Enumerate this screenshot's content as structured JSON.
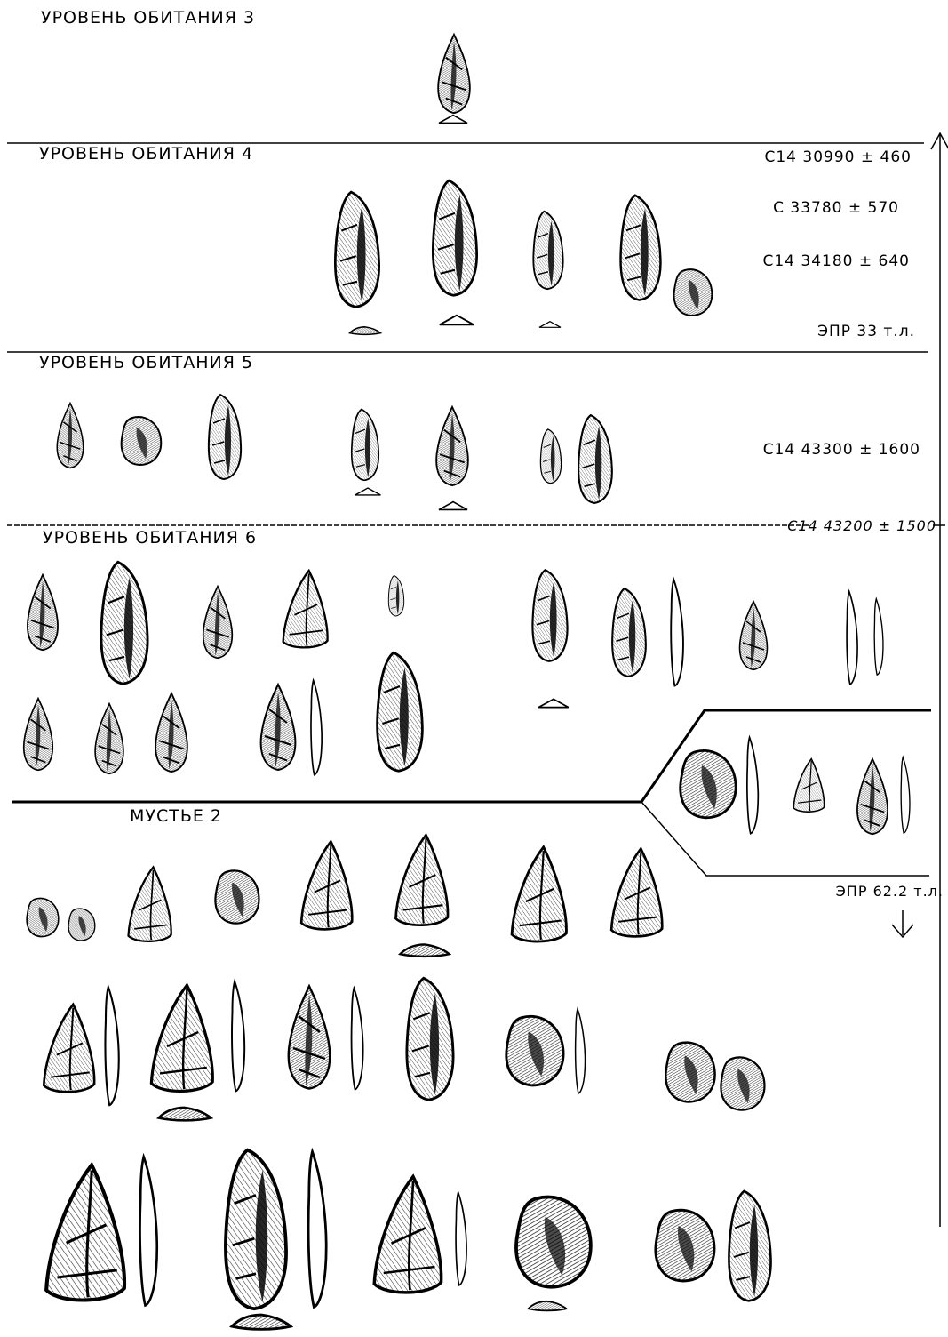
{
  "levels": {
    "l3": "УРОВЕНЬ   ОБИТАНИЯ  3",
    "l4": "УРОВЕНЬ  ОБИТАНИЯ  4",
    "l5": "УРОВЕНЬ  ОБИТАНИЯ  5",
    "l6": "УРОВЕНЬ   ОБИТАНИЯ  6",
    "m2": "МУСТЬЕ  2"
  },
  "dates": {
    "d1": "С14 30990 ± 460",
    "d2": "С 33780 ± 570",
    "d3": "С14 34180 ± 640",
    "epr1": "ЭПР  33 т.л.",
    "d4": "С14 43300 ± 1600",
    "d5": "С14 43200 ± 1500",
    "epr2": "ЭПР  62.2 т.л."
  }
}
